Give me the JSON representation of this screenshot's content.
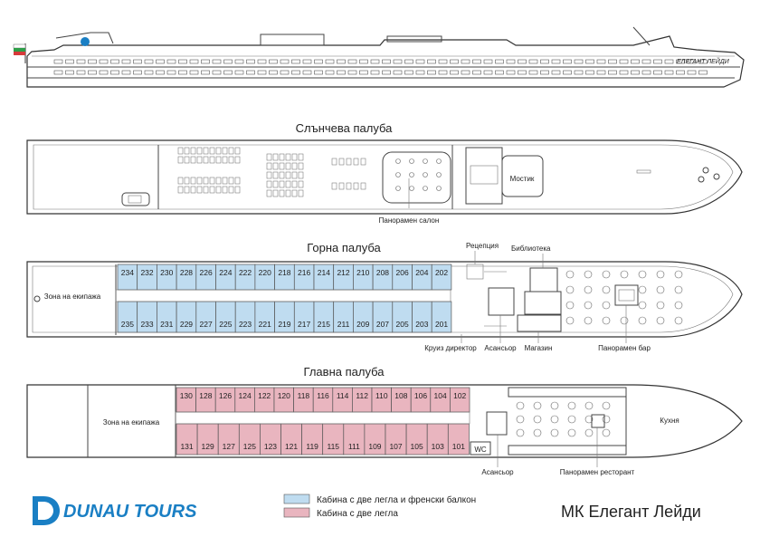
{
  "colors": {
    "balcony_cabin": "#bfdcf0",
    "double_cabin": "#e9b5bf",
    "brand": "#1a7fc4",
    "flag_white": "#ffffff",
    "flag_green": "#2e9e48",
    "flag_red": "#d63a3a"
  },
  "profile": {
    "hull_name": "ЕЛЕГАНТ ЛЕЙДИ"
  },
  "decks": {
    "sun": {
      "title": "Слънчева палуба",
      "labels": {
        "bridge": "Мостик",
        "lounge": "Панорамен салон"
      }
    },
    "upper": {
      "title": "Горна палуба",
      "crew_zone": "Зона на екипажа",
      "cabins_top": [
        "234",
        "232",
        "230",
        "228",
        "226",
        "224",
        "222",
        "220",
        "218",
        "216",
        "214",
        "212",
        "210",
        "208",
        "206",
        "204",
        "202"
      ],
      "cabins_bottom": [
        "235",
        "233",
        "231",
        "229",
        "227",
        "225",
        "223",
        "221",
        "219",
        "217",
        "215",
        "211",
        "209",
        "207",
        "205",
        "203",
        "201"
      ],
      "labels": {
        "reception": "Рецепция",
        "library": "Библиотека",
        "cruise_director": "Круиз директор",
        "elevator": "Асансьор",
        "shop": "Магазин",
        "bar": "Панорамен бар"
      }
    },
    "main": {
      "title": "Главна палуба",
      "crew_zone": "Зона на екипажа",
      "cabins_top": [
        "130",
        "128",
        "126",
        "124",
        "122",
        "120",
        "118",
        "116",
        "114",
        "112",
        "110",
        "108",
        "106",
        "104",
        "102"
      ],
      "cabins_bottom": [
        "131",
        "129",
        "127",
        "125",
        "123",
        "121",
        "119",
        "115",
        "111",
        "109",
        "107",
        "105",
        "103",
        "101"
      ],
      "labels": {
        "wc": "WC",
        "elevator": "Асансьор",
        "restaurant": "Панорамен ресторант",
        "kitchen": "Кухня"
      }
    }
  },
  "legend": {
    "balcony": "Кабина с две легла и френски балкон",
    "double": "Кабина с две легла"
  },
  "brand": {
    "name": "DUNAU TOURS"
  },
  "ship_title": "МК Елегант Лейди"
}
